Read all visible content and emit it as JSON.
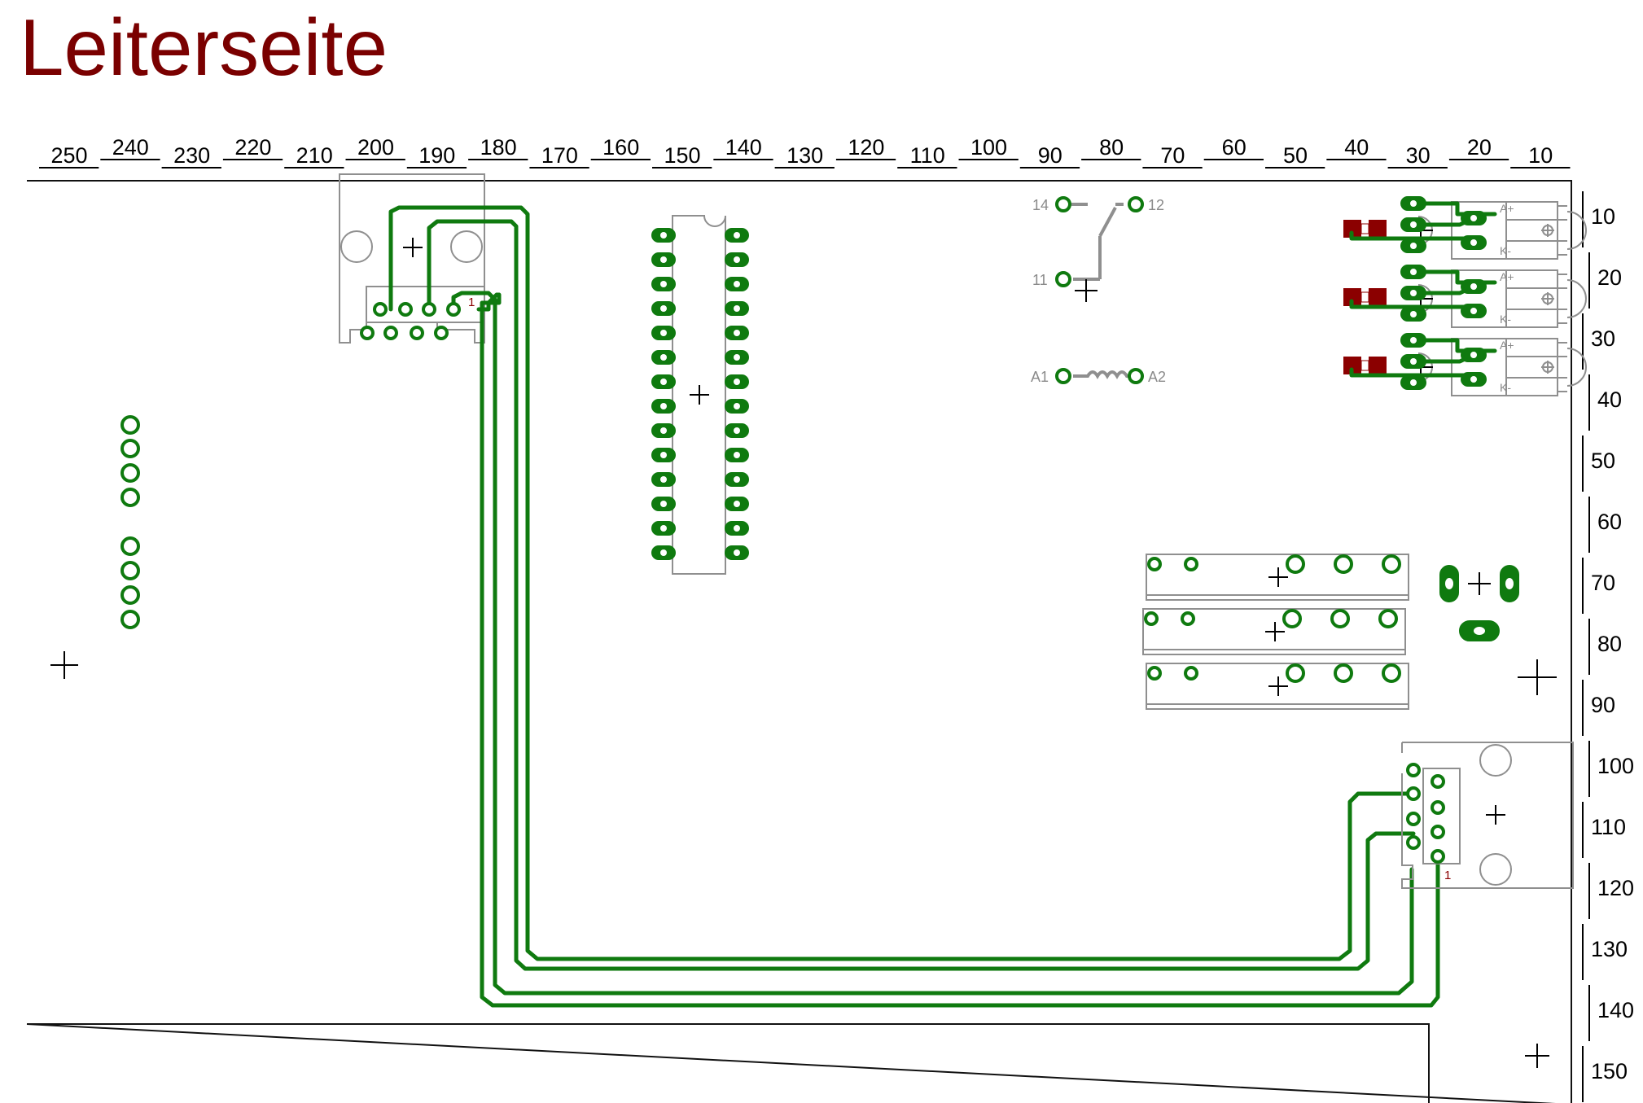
{
  "title": "Leiterseite",
  "colors": {
    "title": "#7a0000",
    "copper": "#0f7a0f",
    "silkscreen": "#8f8f8f",
    "smd_pad": "#8b0000"
  },
  "top_scale": [
    "250",
    "240",
    "230",
    "220",
    "210",
    "200",
    "190",
    "180",
    "170",
    "160",
    "150",
    "140",
    "130",
    "120",
    "110",
    "100",
    "90",
    "80",
    "70",
    "60",
    "50",
    "40",
    "30",
    "20",
    "10"
  ],
  "right_scale": [
    "10",
    "20",
    "30",
    "40",
    "50",
    "60",
    "70",
    "80",
    "90",
    "100",
    "110",
    "120",
    "130",
    "140",
    "150"
  ],
  "relay": {
    "pin_14": "14",
    "pin_12": "12",
    "pin_11": "11",
    "coil_a1": "A1",
    "coil_a2": "A2"
  },
  "led_labels": {
    "anode": "A+",
    "cathode": "K-"
  },
  "connector_pin1": "1"
}
